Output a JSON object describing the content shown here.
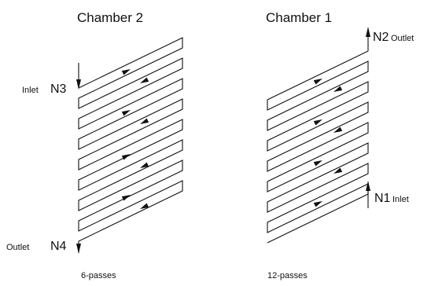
{
  "chambers": [
    {
      "title": "Chamber 2",
      "inlet": {
        "tag": "N3",
        "label": "Inlet"
      },
      "outlet": {
        "tag": "N4",
        "label": "Outlet"
      },
      "caption": "6-passes"
    },
    {
      "title": "Chamber 1",
      "inlet": {
        "tag": "N1",
        "label": "Inlet"
      },
      "outlet": {
        "tag": "N2",
        "label": "Outlet"
      },
      "caption": "12-passes"
    }
  ],
  "colors": {
    "line": "#111111",
    "background": "#ffffff"
  }
}
